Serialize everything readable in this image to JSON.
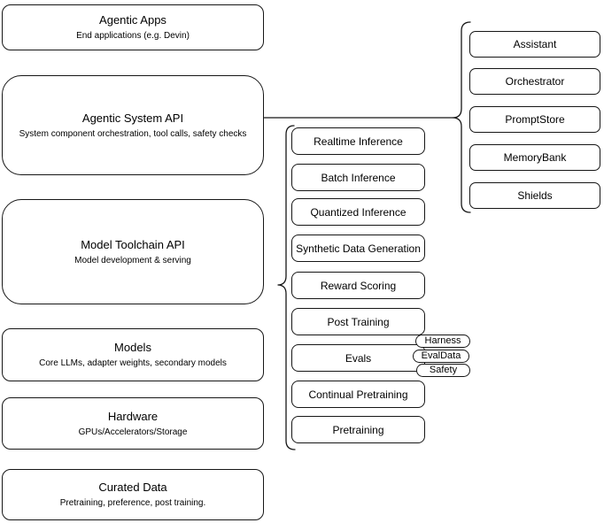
{
  "canvas": {
    "background": "#ffffff",
    "stroke_color": "#000000",
    "fill_color": "#ffffff"
  },
  "left_stack": [
    {
      "title": "Agentic Apps",
      "subtitle": "End applications (e.g. Devin)"
    },
    {
      "title": "Agentic System API",
      "subtitle": "System component orchestration, tool calls, safety checks"
    },
    {
      "title": "Model Toolchain API",
      "subtitle": "Model development & serving"
    },
    {
      "title": "Models",
      "subtitle": "Core LLMs, adapter weights, secondary models"
    },
    {
      "title": "Hardware",
      "subtitle": "GPUs/Accelerators/Storage"
    },
    {
      "title": "Curated Data",
      "subtitle": "Pretraining, preference, post training."
    }
  ],
  "toolchain_group": {
    "attached_to": "Model Toolchain API",
    "items": [
      "Realtime Inference",
      "Batch Inference",
      "Quantized Inference",
      "Synthetic Data Generation",
      "Reward Scoring",
      "Post Training",
      "Evals",
      "Continual Pretraining",
      "Pretraining"
    ],
    "evals_tags": [
      "Harness",
      "EvalData",
      "Safety"
    ]
  },
  "system_group": {
    "attached_to": "Agentic System API",
    "items": [
      "Assistant",
      "Orchestrator",
      "PromptStore",
      "MemoryBank",
      "Shields"
    ]
  }
}
